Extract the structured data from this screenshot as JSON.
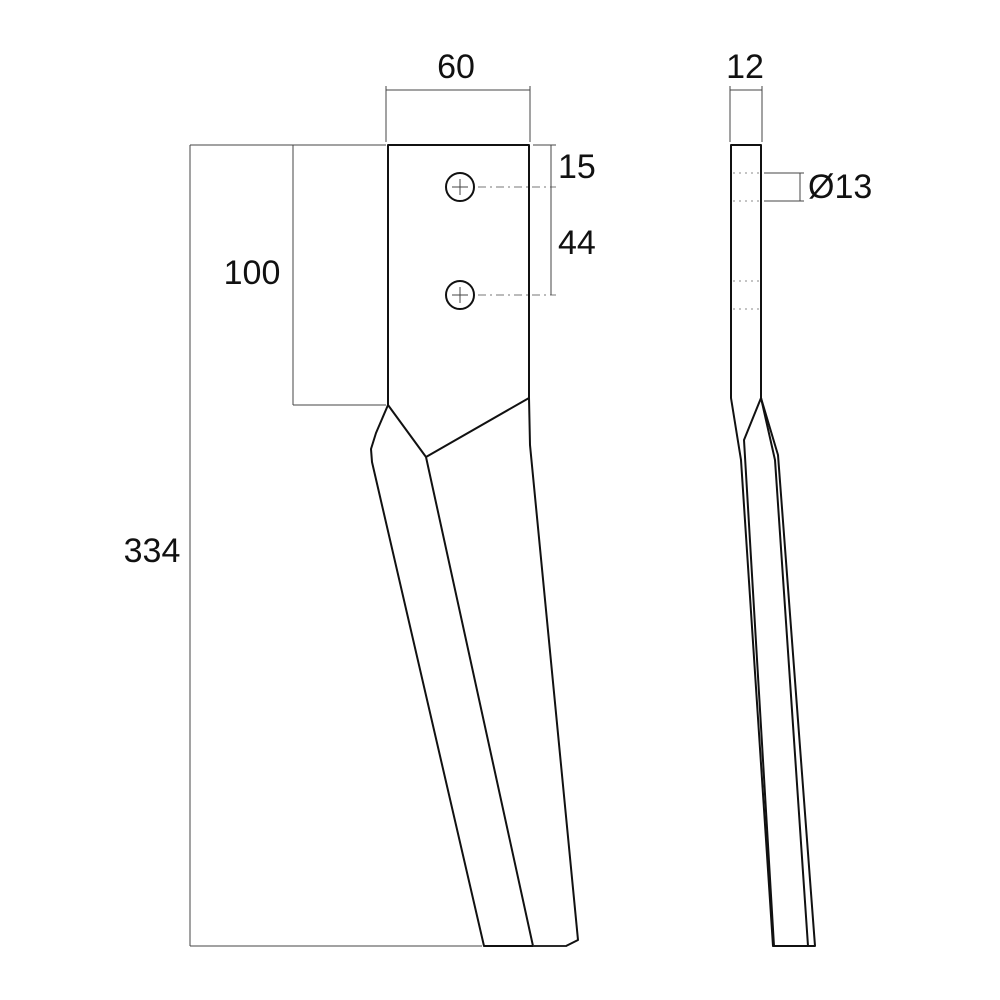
{
  "dimensions": {
    "width": "60",
    "thickness": "12",
    "top_to_first_hole": "15",
    "hole_spacing": "44",
    "hole_diameter": "Ø13",
    "mounting_length": "100",
    "total_length": "334"
  }
}
